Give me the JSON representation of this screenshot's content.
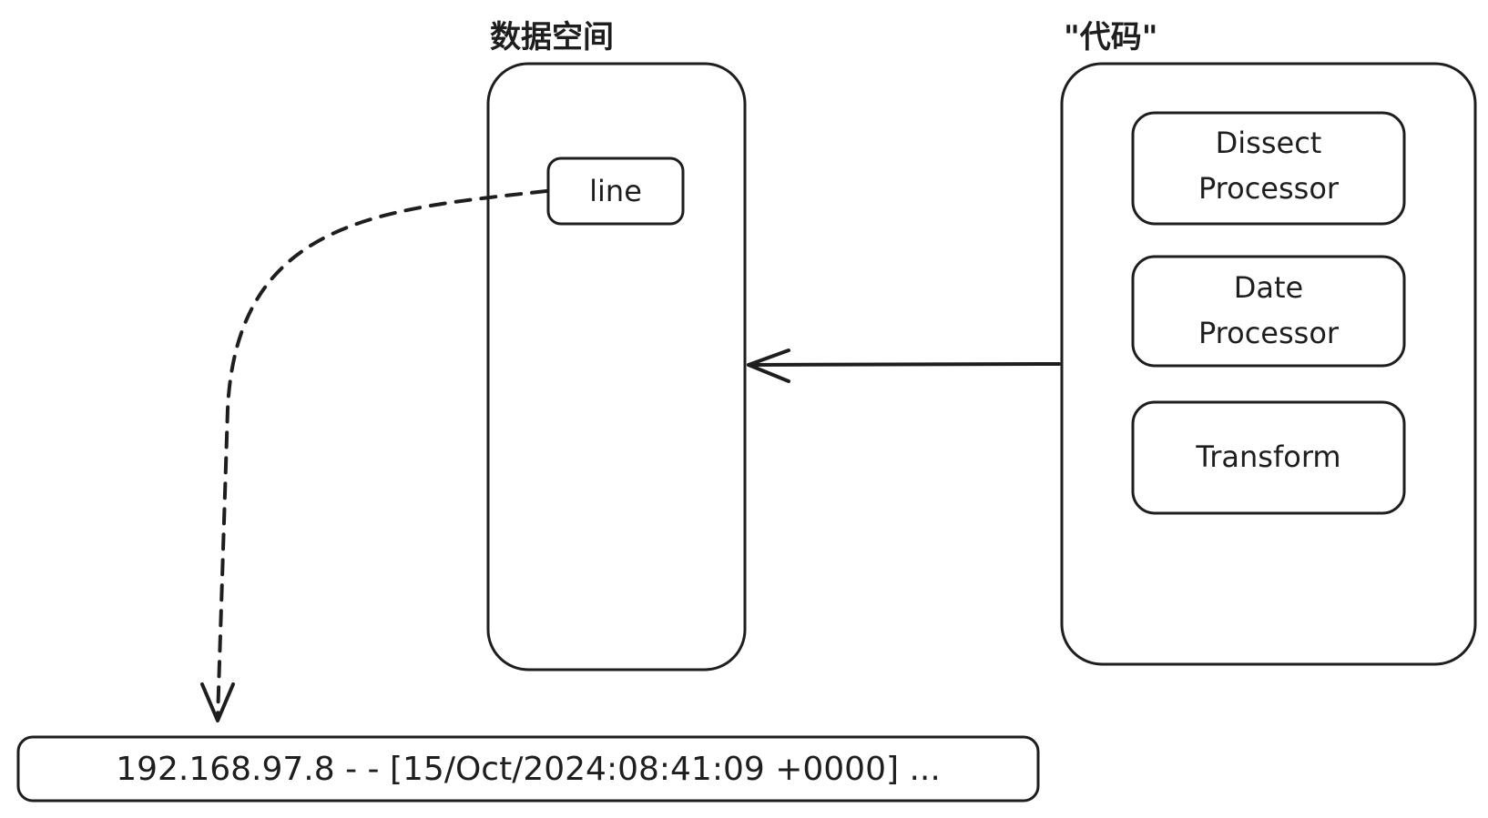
{
  "data_space": {
    "title": "数据空间",
    "field": "line"
  },
  "code": {
    "title": "\"代码\"",
    "processors": [
      {
        "line1": "Dissect",
        "line2": "Processor"
      },
      {
        "line1": "Date",
        "line2": "Processor"
      },
      {
        "line1": "Transform",
        "line2": ""
      }
    ]
  },
  "log_line": "192.168.97.8 - - [15/Oct/2024:08:41:09 +0000] ..."
}
